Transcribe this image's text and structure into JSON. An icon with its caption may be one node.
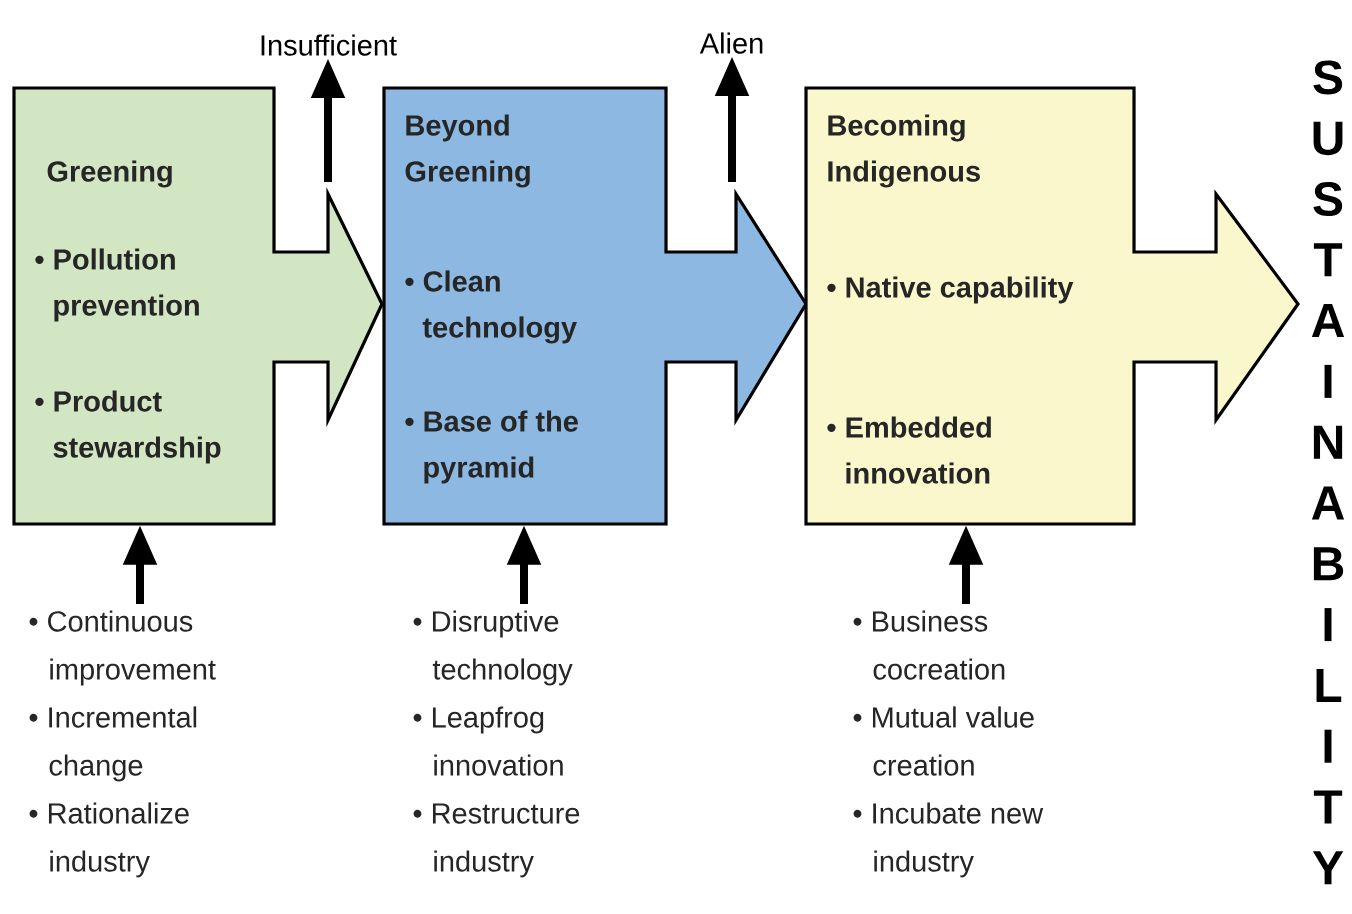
{
  "diagram": {
    "nodes": [
      {
        "text": [
          "Greening",
          "• Pollution prevention",
          "• Product stewardship"
        ]
      },
      {
        "text": [
          "Beyond Greening",
          "• Clean technology",
          "• Base of the pyramid"
        ]
      },
      {
        "text": [
          "Becoming Indigenous",
          "• Native capability",
          "• Embedded innovation"
        ]
      },
      {
        "text": [
          "Insufficient"
        ]
      },
      {
        "text": [
          "Alien"
        ]
      },
      {
        "text": [
          "• Continuous improvement",
          "• Incremental change",
          "• Rationalize industry"
        ]
      },
      {
        "text": [
          "• Disruptive technology",
          "• Leapfrog innovation",
          "• Restructure industry"
        ]
      },
      {
        "text": [
          "• Business cocreation",
          "• Mutual value creation",
          "• Incubate new industry"
        ]
      }
    ],
    "edges": [
      {
        "from": 0,
        "to": 3,
        "arrow": "to"
      },
      {
        "from": 1,
        "to": 4,
        "arrow": "to"
      },
      {
        "from": 5,
        "to": 0,
        "arrow": "to"
      },
      {
        "from": 6,
        "to": 1,
        "arrow": "to"
      },
      {
        "from": 7,
        "to": 2,
        "arrow": "to"
      }
    ],
    "labels": [
      "SUSTAINABILITY"
    ]
  }
}
